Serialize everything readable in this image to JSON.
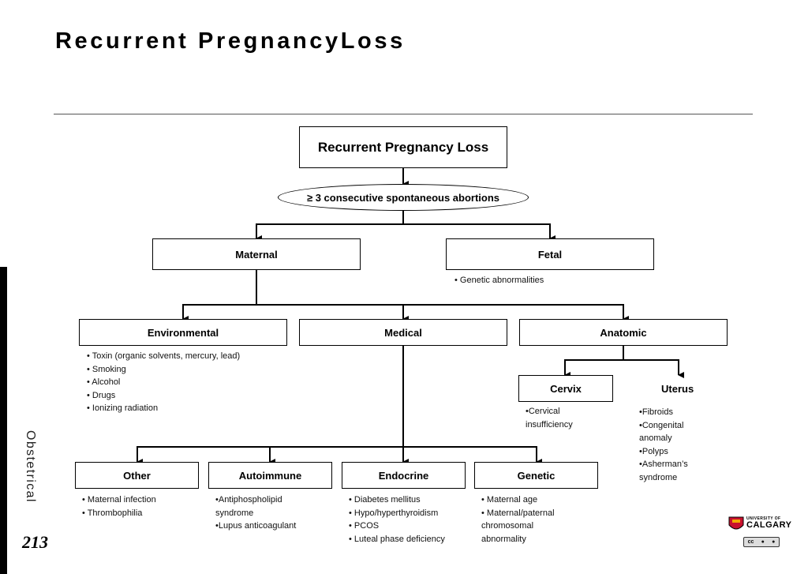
{
  "slide": {
    "title": "Recurrent PregnancyLoss",
    "side_label": "Obstetrical",
    "page_number": "213"
  },
  "diagram": {
    "root": "Recurrent Pregnancy Loss",
    "definition": "≥ 3 consecutive spontaneous abortions",
    "maternal": "Maternal",
    "fetal": {
      "label": "Fetal",
      "items": [
        "• Genetic abnormalities"
      ]
    },
    "environmental": {
      "label": "Environmental",
      "items": [
        "• Toxin (organic solvents, mercury, lead)",
        "• Smoking",
        "• Alcohol",
        "• Drugs",
        "• Ionizing radiation"
      ]
    },
    "medical": "Medical",
    "anatomic": "Anatomic",
    "cervix": {
      "label": "Cervix",
      "items": [
        "•Cervical insufficiency"
      ]
    },
    "uterus": {
      "label": "Uterus",
      "items": [
        "•Fibroids",
        "•Congenital anomaly",
        "•Polyps",
        "•Asherman’s syndrome"
      ]
    },
    "other": {
      "label": "Other",
      "items": [
        "• Maternal infection",
        "• Thrombophilia"
      ]
    },
    "autoimmune": {
      "label": "Autoimmune",
      "items": [
        "•Antiphospholipid syndrome",
        "•Lupus anticoagulant"
      ]
    },
    "endocrine": {
      "label": "Endocrine",
      "items": [
        "• Diabetes mellitus",
        "• Hypo/hyperthyroidism",
        "• PCOS",
        "• Luteal phase deficiency"
      ]
    },
    "genetic": {
      "label": "Genetic",
      "items": [
        "• Maternal age",
        "• Maternal/paternal chromosomal abnormality"
      ]
    }
  },
  "branding": {
    "logo_top": "UNIVERSITY OF",
    "logo_bottom": "CALGARY",
    "license_badge": "cc",
    "logo_colors": {
      "red": "#c8102e",
      "gold": "#f2a900"
    }
  }
}
